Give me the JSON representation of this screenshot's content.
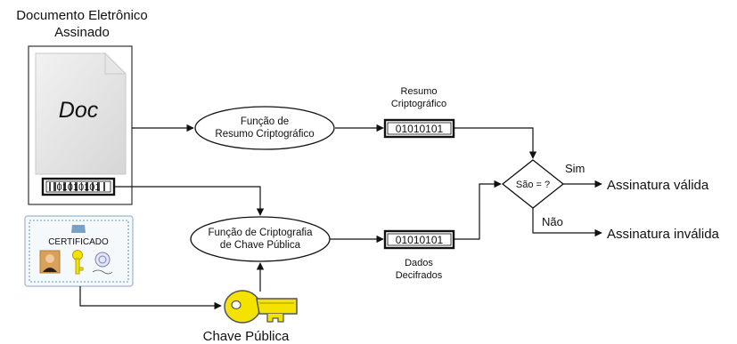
{
  "document_title_line1": "Documento Eletrônico",
  "document_title_line2": "Assinado",
  "doc_label": "Doc",
  "signature_bits": "01010101",
  "hash_function_line1": "Função de",
  "hash_function_line2": "Resumo Criptográfico",
  "hash_label_line1": "Resumo",
  "hash_label_line2": "Criptográfico",
  "hash_value": "01010101",
  "crypto_function_line1": "Função de Criptografia",
  "crypto_function_line2": "de Chave Pública",
  "decrypted_value": "01010101",
  "decrypted_label_line1": "Dados",
  "decrypted_label_line2": "Decifrados",
  "decision_label": "São = ?",
  "yes_label": "Sim",
  "no_label": "Não",
  "valid_result": "Assinatura válida",
  "invalid_result": "Assinatura inválida",
  "certificate_label": "CERTIFICADO",
  "public_key_label": "Chave Pública",
  "colors": {
    "doc_panel_border": "#333333",
    "cert_border": "#9ab7d3",
    "key_yellow": "#f4e300",
    "key_outline": "#555555"
  }
}
